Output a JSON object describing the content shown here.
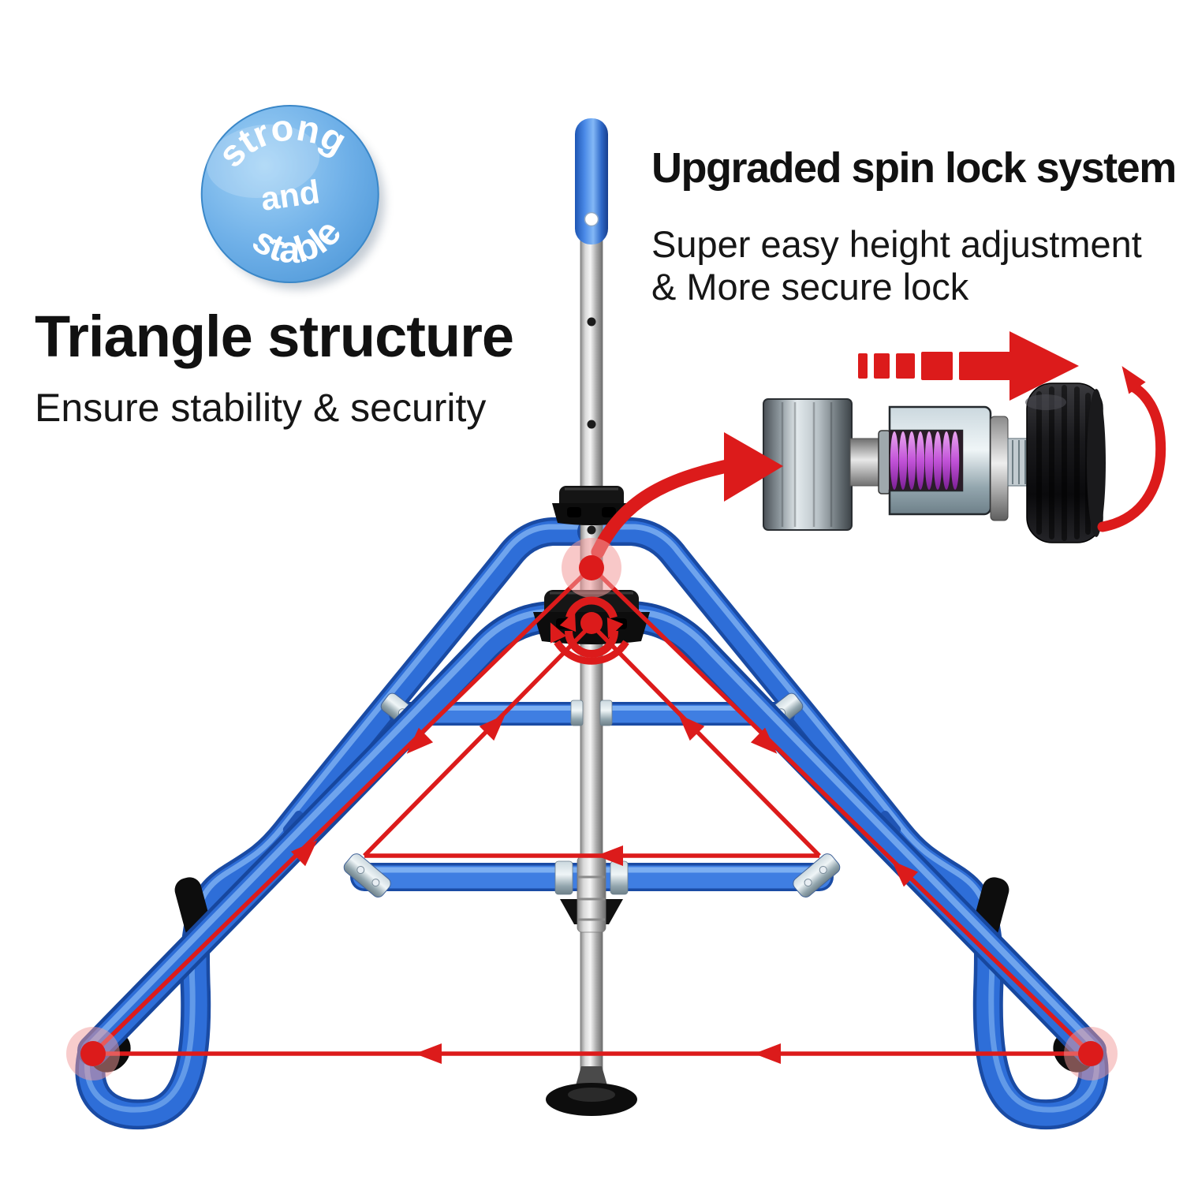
{
  "badge": {
    "top": "strong",
    "middle": "and",
    "bottom": "stable"
  },
  "left_heading": {
    "title": "Triangle structure",
    "subtitle": "Ensure stability & security"
  },
  "right_heading": {
    "title": "Upgraded spin lock system",
    "subtitle_line1": "Super easy height adjustment",
    "subtitle_line2": "& More secure lock"
  },
  "colors": {
    "accent_red": "#DC1B1B",
    "frame_blue": "#2E6ED8",
    "badge_blue": "#5FA9E4",
    "chrome_silver": "#D8D8D8",
    "knob_black": "#111114",
    "spring_purple": "#C253D8",
    "text_black": "#111111"
  }
}
